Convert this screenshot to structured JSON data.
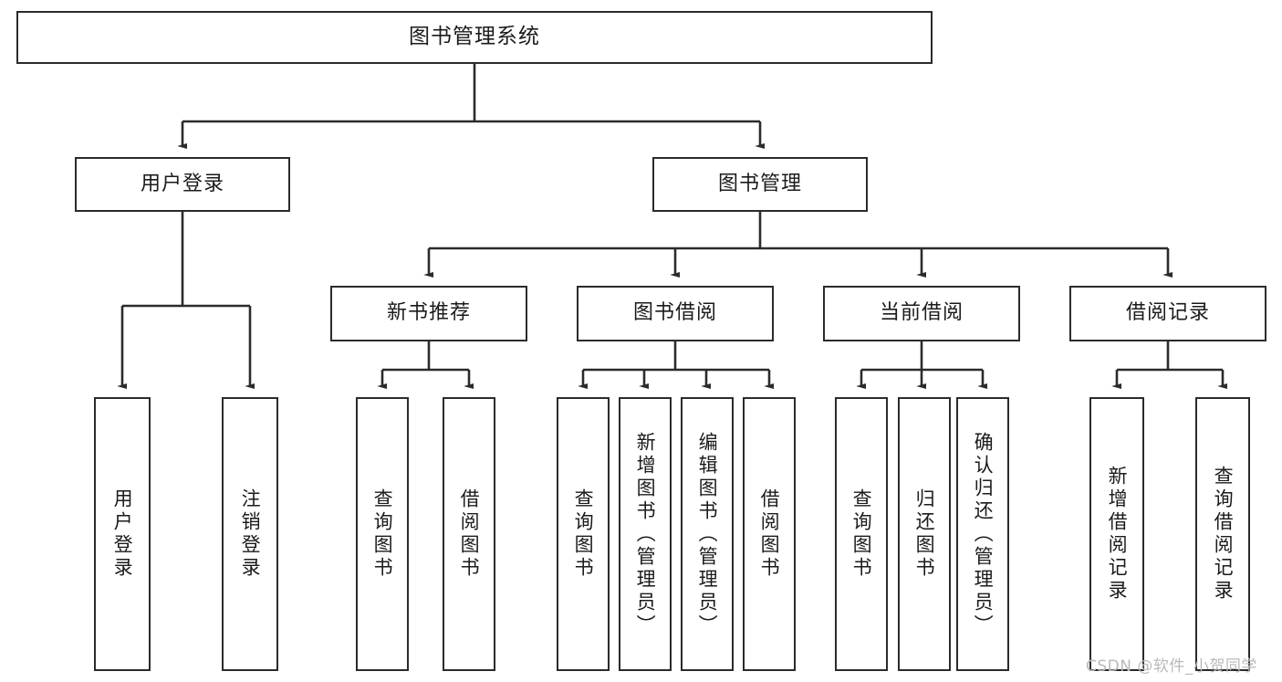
{
  "diagram": {
    "title": "图书管理系统",
    "type": "tree-hierarchy",
    "levels": 4,
    "root": {
      "label": "图书管理系统"
    },
    "level2": [
      {
        "label": "用户登录"
      },
      {
        "label": "图书管理"
      }
    ],
    "level3": [
      {
        "label": "新书推荐"
      },
      {
        "label": "图书借阅"
      },
      {
        "label": "当前借阅"
      },
      {
        "label": "借阅记录"
      }
    ],
    "groups": [
      {
        "parent": "用户登录",
        "leaves": [
          {
            "label": "用户登录"
          },
          {
            "label": "注销登录"
          }
        ]
      },
      {
        "parent": "新书推荐",
        "leaves": [
          {
            "label": "查询图书"
          },
          {
            "label": "借阅图书"
          }
        ]
      },
      {
        "parent": "图书借阅",
        "leaves": [
          {
            "label": "查询图书"
          },
          {
            "label": "新增图书（管理员）"
          },
          {
            "label": "编辑图书（管理员）"
          },
          {
            "label": "借阅图书"
          }
        ]
      },
      {
        "parent": "当前借阅",
        "leaves": [
          {
            "label": "查询图书"
          },
          {
            "label": "归还图书"
          },
          {
            "label": "确认归还（管理员）"
          }
        ]
      },
      {
        "parent": "借阅记录",
        "leaves": [
          {
            "label": "新增借阅记录"
          },
          {
            "label": "查询借阅记录"
          }
        ]
      }
    ]
  },
  "watermark": {
    "text": "CSDN @软件_小贺同学"
  },
  "colors": {
    "stroke": "#2b2b2b",
    "box_fill": "#ffffff",
    "text": "#1b1b1b",
    "watermark": "#b9b9b9",
    "background": "#ffffff"
  }
}
